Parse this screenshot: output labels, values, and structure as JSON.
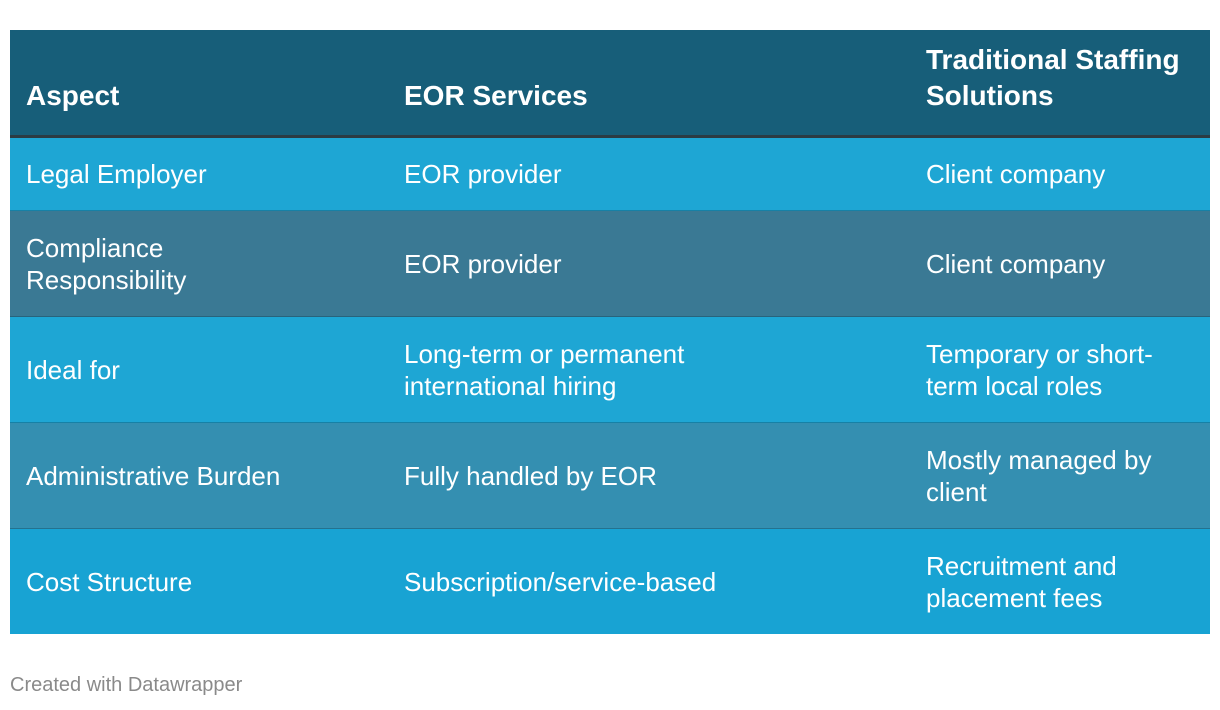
{
  "table": {
    "headers": [
      "Aspect",
      "EOR Services",
      "Traditional Staffing Solutions"
    ],
    "rows": [
      [
        "Legal Employer",
        "EOR provider",
        "Client company"
      ],
      [
        "Compliance Responsibility",
        "EOR provider",
        "Client company"
      ],
      [
        "Ideal for",
        "Long-term or permanent international hiring",
        "Temporary or short-term local roles"
      ],
      [
        "Administrative Burden",
        "Fully handled by EOR",
        "Mostly managed by client"
      ],
      [
        "Cost Structure",
        "Subscription/service-based",
        "Recruitment and placement fees"
      ]
    ]
  },
  "footer": {
    "credit": "Created with Datawrapper"
  },
  "colors": {
    "header_bg": "#175e79",
    "row_light": "#1ea6d4",
    "row_dark": "#3a7994",
    "row_mid": "#348fb1",
    "footer_text": "#8a8a8a"
  }
}
